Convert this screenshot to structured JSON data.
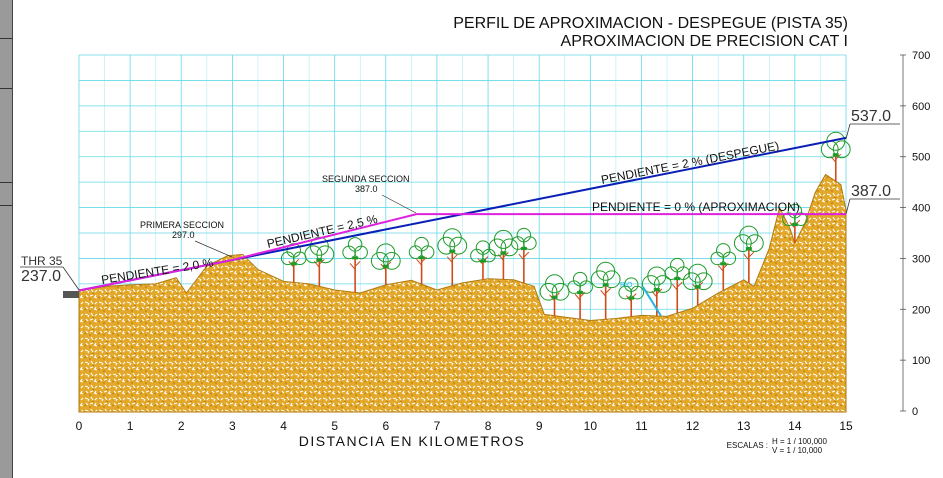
{
  "title": {
    "line1": "PERFIL DE APROXIMACION  - DESPEGUE (PISTA 35)",
    "line2": "APROXIMACION DE PRECISION CAT I"
  },
  "x_axis_label": "DISTANCIA   EN   KILOMETROS",
  "scales": {
    "prefix": "ESCALAS :",
    "h": "H = 1 / 100,000",
    "v": "V = 1 /  10,000"
  },
  "labels": {
    "thr": "THR 35",
    "thr_elev": "237.0",
    "end_top": "537.0",
    "end_mid": "387.0",
    "primera": "PRIMERA SECCION",
    "primera_elev": "297.0",
    "segunda": "SEGUNDA SECCION",
    "segunda_elev": "387.0",
    "pend_20": "PENDIENTE = 2,0 %",
    "pend_25": "PENDIENTE = 2,5 %",
    "pend_despegue": "PENDIENTE = 2 % (DESPEGUE)",
    "pend_aprox": "PENDIENTE = 0 % (APROXIMACION)",
    "river": "RIO"
  },
  "colors": {
    "grid": "#66d9e8",
    "terrain": "#e3a82a",
    "takeoff": "#0a1fb5",
    "approach": "#e020e0",
    "tree": "#1f9b2a",
    "trunk": "#d04b1a",
    "river": "#22b3e6"
  },
  "chart_data": {
    "type": "area",
    "x_ticks": [
      "0",
      "1",
      "2",
      "3",
      "4",
      "5",
      "6",
      "7",
      "8",
      "9",
      "10",
      "11",
      "12",
      "13",
      "14",
      "15"
    ],
    "y_ticks": [
      "0",
      "100",
      "200",
      "300",
      "400",
      "500",
      "600",
      "700"
    ],
    "xlim": [
      0,
      15
    ],
    "ylim": [
      0,
      700
    ],
    "grid": true,
    "series": [
      {
        "name": "terreno",
        "x": [
          0,
          0.5,
          1.0,
          1.5,
          1.9,
          2.1,
          2.5,
          2.9,
          3.2,
          3.5,
          4.0,
          4.5,
          5.0,
          5.5,
          6.0,
          6.5,
          7.0,
          7.5,
          8.0,
          8.5,
          8.9,
          9.1,
          10.0,
          10.5,
          11.0,
          11.5,
          12.0,
          12.5,
          13.0,
          13.2,
          13.5,
          13.7,
          13.9,
          14.0,
          14.2,
          14.4,
          14.6,
          14.9,
          15.0
        ],
        "y": [
          237,
          245,
          248,
          250,
          262,
          232,
          285,
          305,
          308,
          278,
          255,
          250,
          238,
          232,
          248,
          257,
          238,
          252,
          260,
          258,
          245,
          190,
          178,
          182,
          188,
          186,
          202,
          232,
          258,
          245,
          320,
          400,
          360,
          330,
          370,
          430,
          465,
          445,
          395
        ]
      },
      {
        "name": "despegue",
        "x": [
          0,
          15
        ],
        "y": [
          237,
          537
        ]
      },
      {
        "name": "aproximacion",
        "x": [
          0,
          3,
          6.6,
          15
        ],
        "y": [
          237,
          297,
          387,
          387
        ]
      }
    ],
    "trees_x": [
      4.2,
      4.7,
      5.4,
      6.0,
      6.7,
      7.3,
      7.9,
      8.3,
      8.7,
      9.3,
      9.8,
      10.3,
      10.8,
      11.3,
      11.7,
      12.1,
      12.6,
      13.1,
      14.0,
      14.8
    ]
  }
}
